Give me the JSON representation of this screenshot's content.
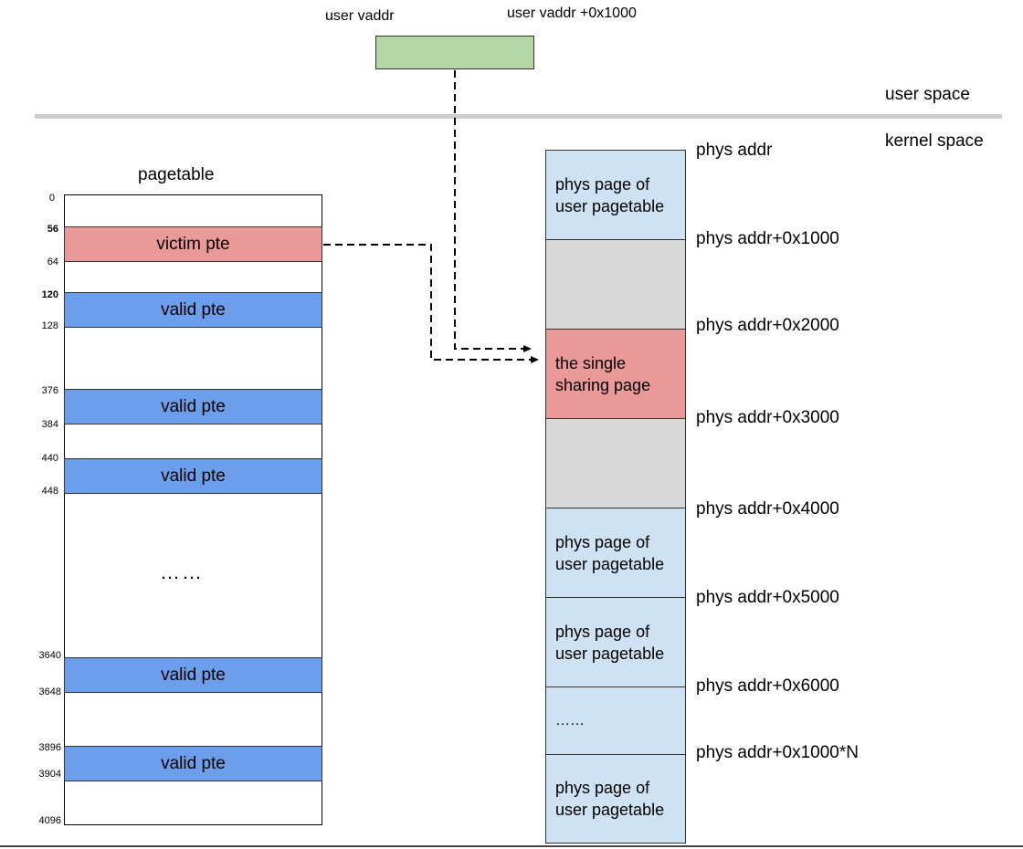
{
  "user_vaddr": {
    "label_start": "user vaddr",
    "label_end": "user vaddr +0x1000"
  },
  "spaces": {
    "user": "user space",
    "kernel": "kernel space"
  },
  "pagetable": {
    "title": "pagetable",
    "offsets": {
      "o0": "0",
      "o56": "56",
      "o64": "64",
      "o120": "120",
      "o128": "128",
      "o376": "376",
      "o384": "384",
      "o440": "440",
      "o448": "448",
      "o3640": "3640",
      "o3648": "3648",
      "o3896": "3896",
      "o3904": "3904",
      "o4096": "4096"
    },
    "victim_pte": "victim pte",
    "valid_pte": "valid pte",
    "ellipsis": "……"
  },
  "physmem": {
    "blocks": {
      "b1": "phys page of\nuser pagetable",
      "b3": "the single\nsharing page",
      "b5": "phys page of\nuser pagetable",
      "b6": "phys page of\nuser pagetable",
      "b7": "……",
      "b8": "phys page of\nuser pagetable"
    },
    "addrs": {
      "a0": "phys addr",
      "a1": "phys addr+0x1000",
      "a2": "phys addr+0x2000",
      "a3": "phys addr+0x3000",
      "a4": "phys addr+0x4000",
      "a5": "phys addr+0x5000",
      "a6": "phys addr+0x6000",
      "aN": "phys addr+0x1000*N"
    }
  },
  "colors": {
    "user_page": "#b6d7a8",
    "valid_pte": "#6d9eeb",
    "victim": "#ea9999",
    "phys_page": "#cfe2f3",
    "unused_page": "#d9d9d9",
    "separator": "#cccccc"
  }
}
